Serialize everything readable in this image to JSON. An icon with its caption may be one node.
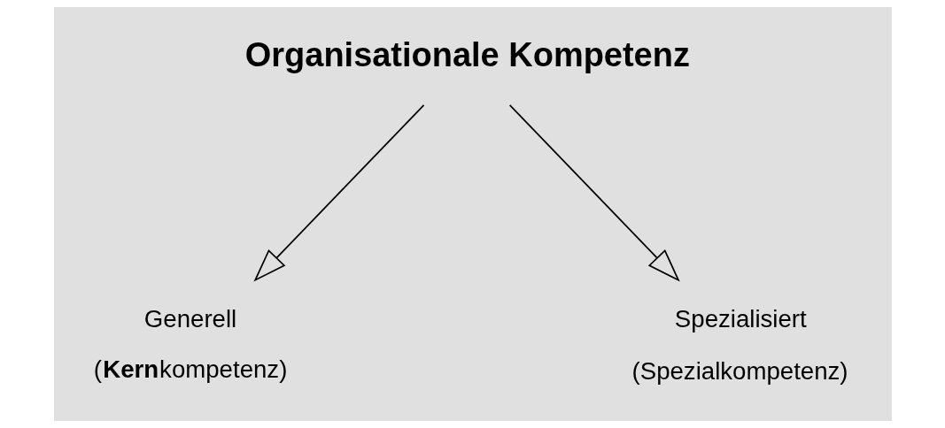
{
  "diagram": {
    "nodes": [
      {
        "text": [
          "Organisationale Kompetenz"
        ]
      },
      {
        "text": [
          "Generell",
          "(**Kern**kompetenz)"
        ]
      },
      {
        "text": [
          "Spezialisiert",
          "(Spezialkompetenz)"
        ]
      }
    ],
    "edges": [
      {
        "from": 0,
        "to": 1,
        "arrow": "to"
      },
      {
        "from": 0,
        "to": 2,
        "arrow": "to"
      }
    ]
  }
}
